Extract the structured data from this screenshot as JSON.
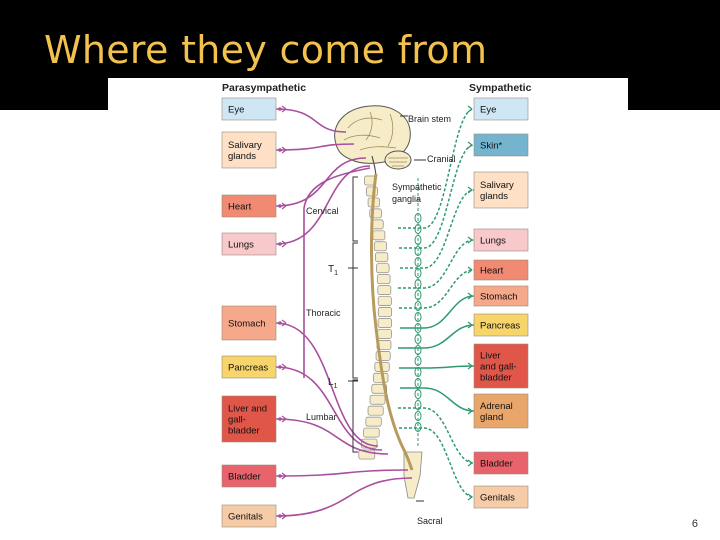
{
  "slide": {
    "title": "Where they come from",
    "page_number": "6"
  },
  "diagram": {
    "parasympathetic_header": "Parasympathetic",
    "sympathetic_header": "Sympathetic",
    "para_organs": [
      {
        "lines": [
          "Eye"
        ],
        "color": "#cfe7f4"
      },
      {
        "lines": [
          "Salivary",
          "glands"
        ],
        "color": "#fde0c6"
      },
      {
        "lines": [
          "Heart"
        ],
        "color": "#f08a72"
      },
      {
        "lines": [
          "Lungs"
        ],
        "color": "#f8c9cb"
      },
      {
        "lines": [
          "Stomach"
        ],
        "color": "#f5a88a"
      },
      {
        "lines": [
          "Pancreas"
        ],
        "color": "#f7d56a"
      },
      {
        "lines": [
          "Liver and",
          "gall-",
          "bladder"
        ],
        "color": "#e0574a"
      },
      {
        "lines": [
          "Bladder"
        ],
        "color": "#e8636c"
      },
      {
        "lines": [
          "Genitals"
        ],
        "color": "#f6cba7"
      }
    ],
    "symp_organs": [
      {
        "lines": [
          "Eye"
        ],
        "color": "#cfe7f4"
      },
      {
        "lines": [
          "Skin*"
        ],
        "color": "#74b4cf"
      },
      {
        "lines": [
          "Salivary",
          "glands"
        ],
        "color": "#fde0c6"
      },
      {
        "lines": [
          "Lungs"
        ],
        "color": "#f8c9cb"
      },
      {
        "lines": [
          "Heart"
        ],
        "color": "#f08a72"
      },
      {
        "lines": [
          "Stomach"
        ],
        "color": "#f5a88a"
      },
      {
        "lines": [
          "Pancreas"
        ],
        "color": "#f7d56a"
      },
      {
        "lines": [
          "Liver",
          "and gall-",
          "bladder"
        ],
        "color": "#e0574a"
      },
      {
        "lines": [
          "Adrenal",
          "gland"
        ],
        "color": "#e9a66b"
      },
      {
        "lines": [
          "Bladder"
        ],
        "color": "#e8636c"
      },
      {
        "lines": [
          "Genitals"
        ],
        "color": "#f6cba7"
      }
    ],
    "labels": {
      "brain_stem": "Brain stem",
      "cranial": "Cranial",
      "sympathetic_ganglia": [
        "Sympathetic",
        "ganglia"
      ],
      "cervical": "Cervical",
      "t1_letter": "T",
      "t1_sub": "1",
      "thoracic": "Thoracic",
      "l1_letter": "L",
      "l1_sub": "1",
      "lumbar": "Lumbar",
      "sacral": "Sacral"
    },
    "colors": {
      "parasympathetic": "#a8509e",
      "sympathetic": "#2e9a6e",
      "title": "#f2c14e",
      "bone": "#f7ecc8"
    }
  }
}
